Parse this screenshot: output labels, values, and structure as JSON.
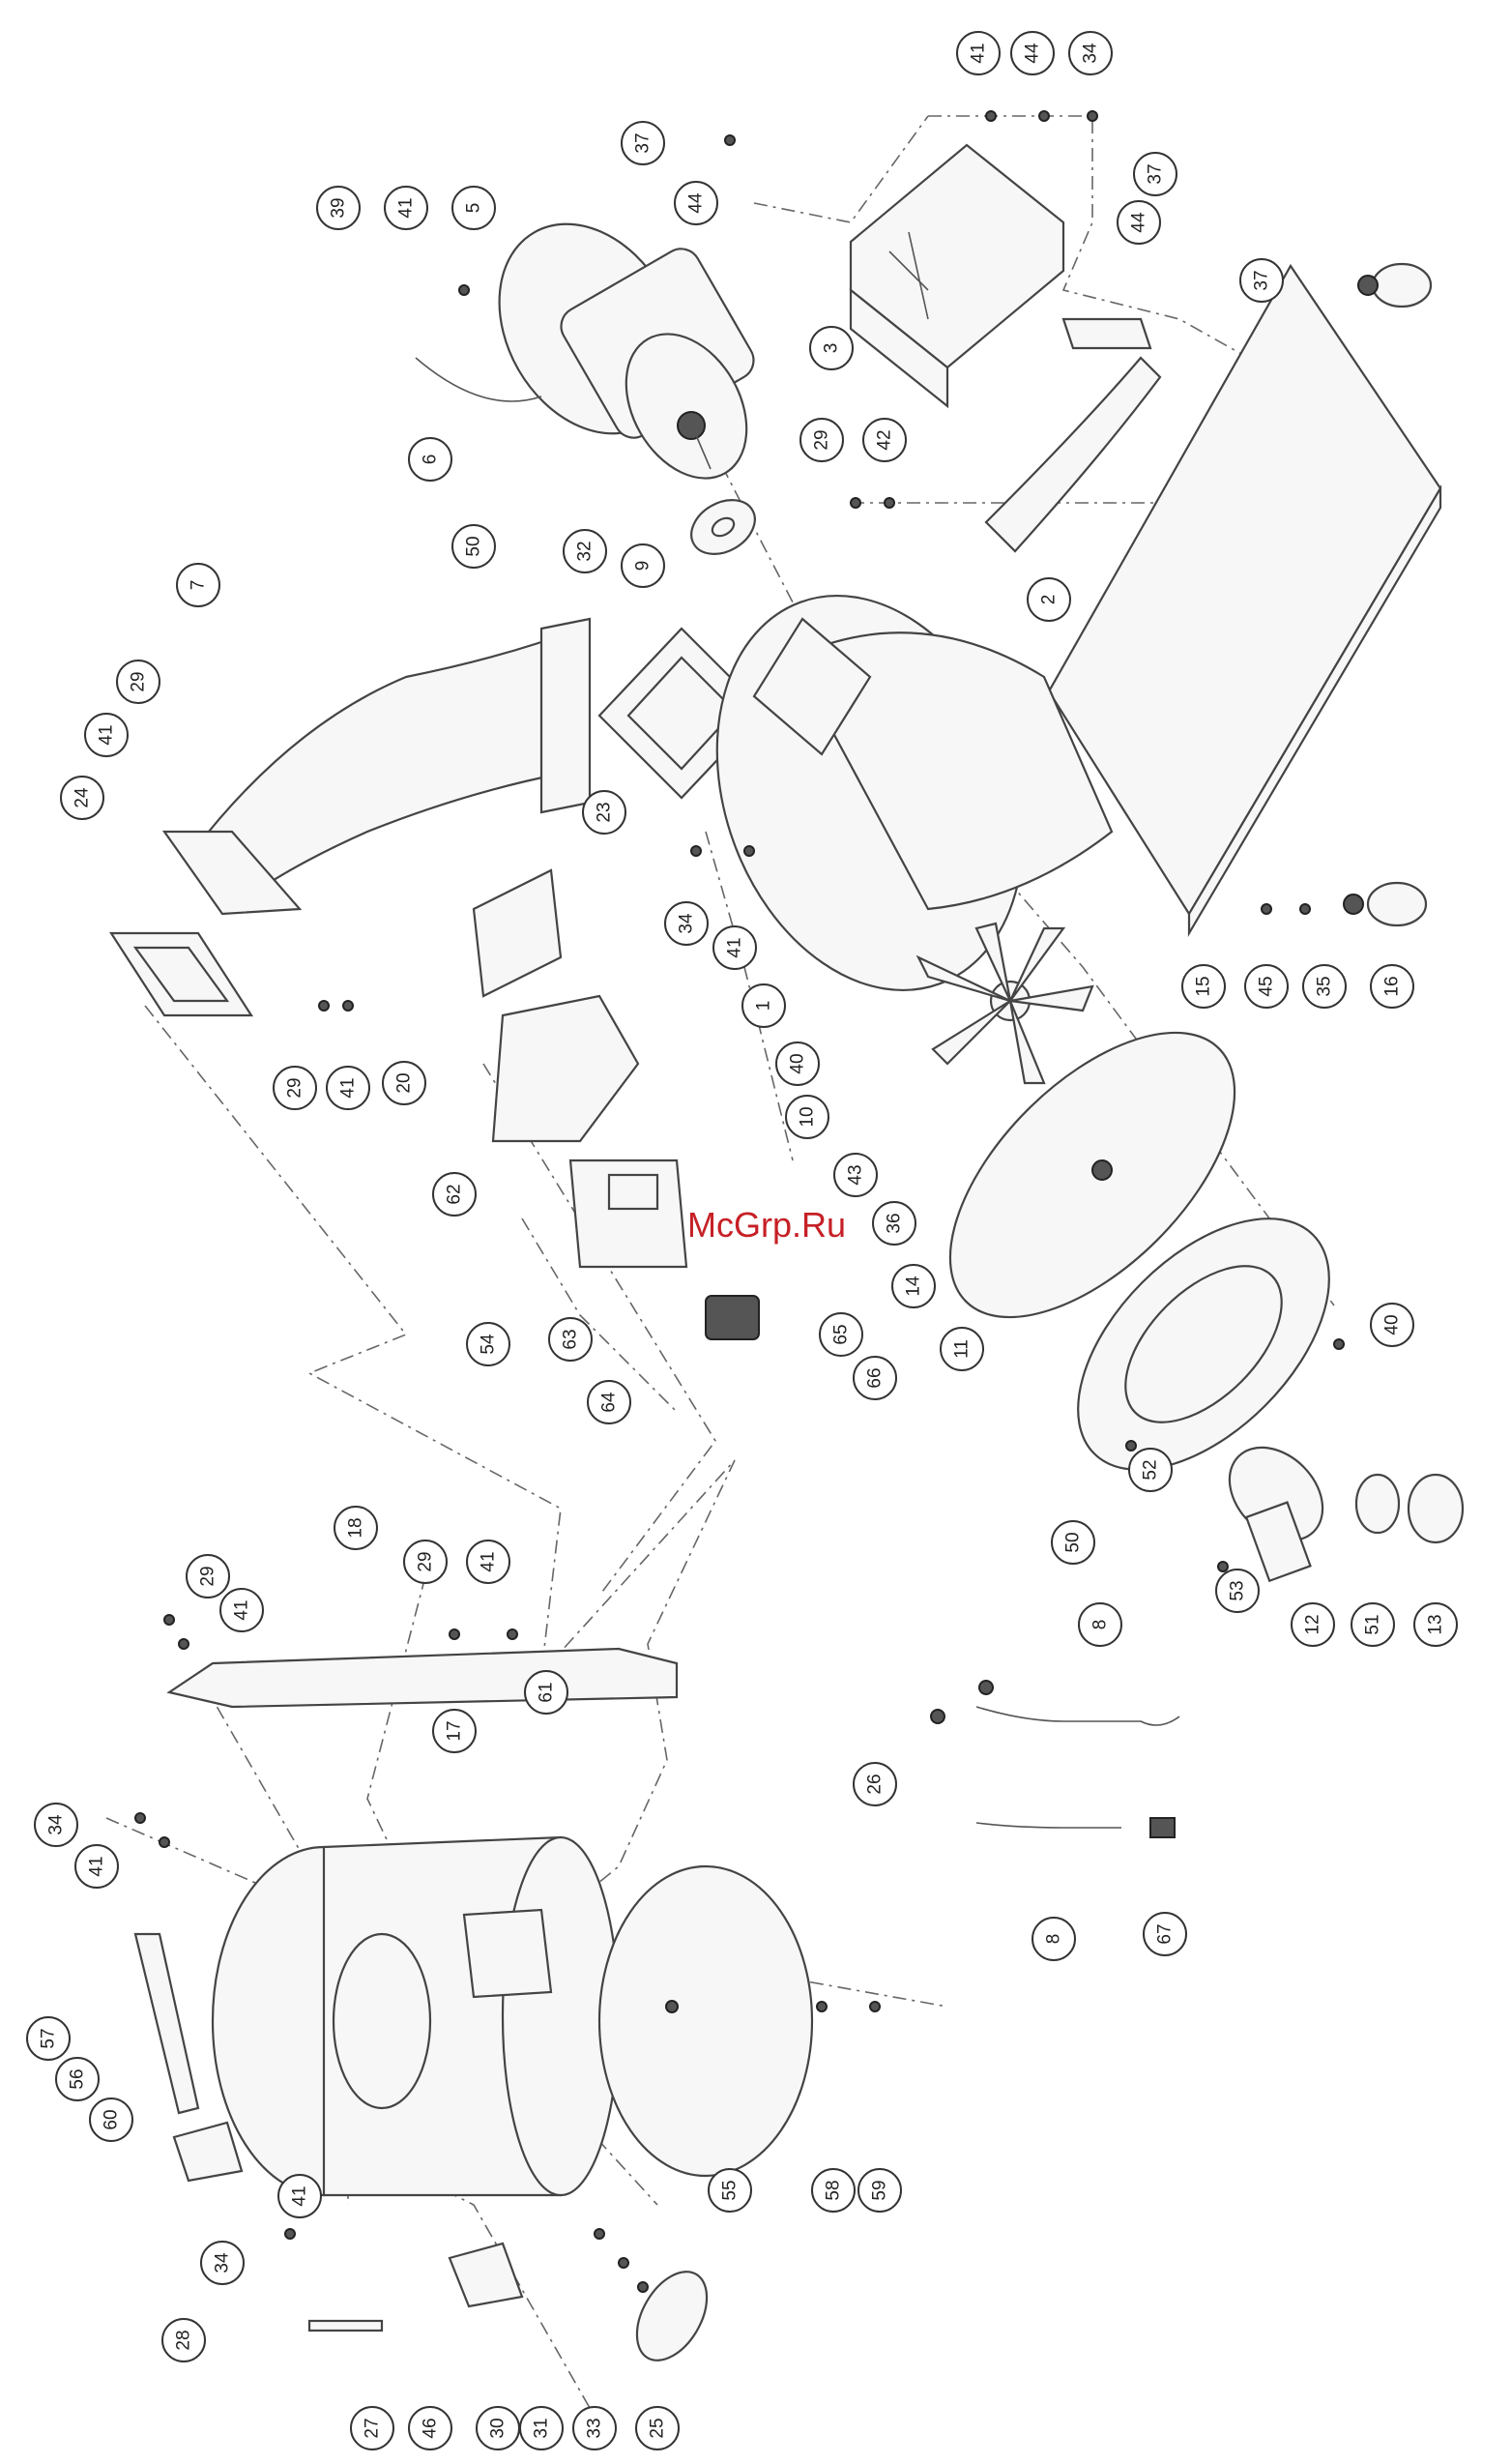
{
  "callouts": [
    "41",
    "44",
    "34",
    "37",
    "39",
    "41",
    "5",
    "44",
    "37",
    "37",
    "44",
    "3",
    "29",
    "42",
    "6",
    "50",
    "32",
    "9",
    "7",
    "29",
    "41",
    "24",
    "2",
    "23",
    "34",
    "41",
    "1",
    "40",
    "15",
    "45",
    "35",
    "16",
    "29",
    "41",
    "20",
    "62",
    "10",
    "43",
    "36",
    "14",
    "54",
    "63",
    "65",
    "64",
    "66",
    "11",
    "40",
    "52",
    "50",
    "8",
    "53",
    "12",
    "51",
    "13",
    "29",
    "41",
    "18",
    "29",
    "41",
    "61",
    "26",
    "17",
    "34",
    "41",
    "8",
    "67",
    "57",
    "56",
    "60",
    "55",
    "58",
    "59",
    "41",
    "34",
    "28",
    "27",
    "46",
    "30",
    "31",
    "33",
    "25"
  ],
  "watermark": "McGrp.Ru",
  "colors": {
    "line": "#444444",
    "watermark": "#c62026",
    "background": "#ffffff"
  }
}
